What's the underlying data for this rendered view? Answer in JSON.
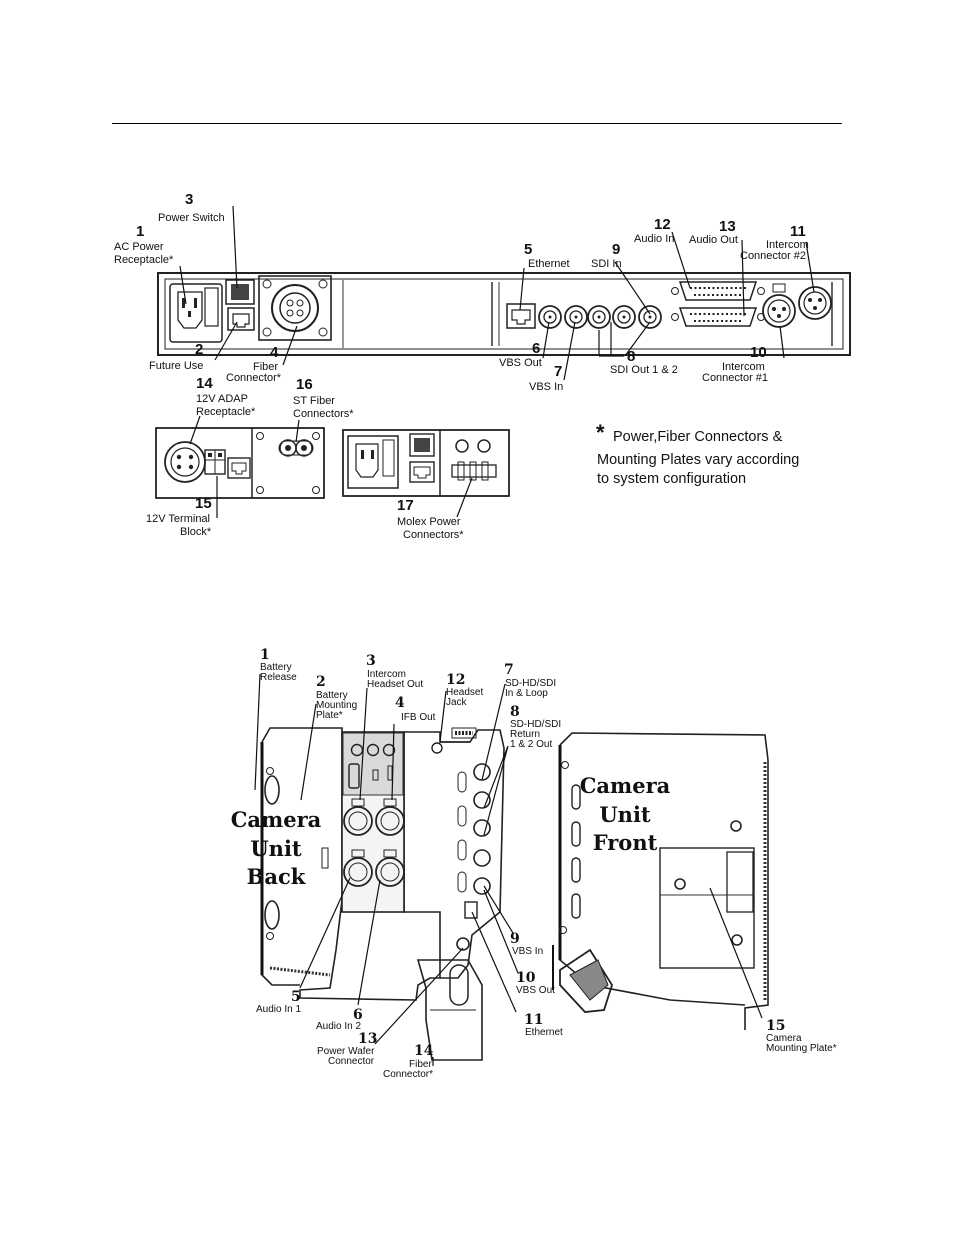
{
  "top_panel": {
    "callouts": [
      {
        "num": "1",
        "lines": [
          "AC Power",
          "Receptacle*"
        ]
      },
      {
        "num": "2",
        "lines": [
          "Future Use"
        ]
      },
      {
        "num": "3",
        "lines": [
          "Power Switch"
        ]
      },
      {
        "num": "4",
        "lines": [
          "Fiber",
          "Connector*"
        ]
      },
      {
        "num": "5",
        "lines": [
          "Ethernet"
        ]
      },
      {
        "num": "6",
        "lines": [
          "VBS Out"
        ]
      },
      {
        "num": "7",
        "lines": [
          "VBS In"
        ]
      },
      {
        "num": "8",
        "lines": [
          "SDI Out 1 & 2"
        ]
      },
      {
        "num": "9",
        "lines": [
          "SDI In"
        ]
      },
      {
        "num": "10",
        "lines": [
          "Intercom",
          "Connector #1"
        ]
      },
      {
        "num": "11",
        "lines": [
          "Intercom",
          "Connector #2"
        ]
      },
      {
        "num": "12",
        "lines": [
          "Audio In"
        ]
      },
      {
        "num": "13",
        "lines": [
          "Audio Out"
        ]
      },
      {
        "num": "14",
        "lines": [
          "12V ADAP",
          "Receptacle*"
        ]
      },
      {
        "num": "15",
        "lines": [
          "12V Terminal",
          "Block*"
        ]
      },
      {
        "num": "16",
        "lines": [
          "ST Fiber",
          "Connectors*"
        ]
      },
      {
        "num": "17",
        "lines": [
          "Molex Power",
          "Connectors*"
        ]
      }
    ],
    "note_star": "*",
    "note_lines": [
      "Power,Fiber Connectors &",
      "Mounting Plates vary according",
      "to system configuration"
    ]
  },
  "bottom_panel": {
    "back_title": [
      "Camera",
      "Unit",
      "Back"
    ],
    "front_title": [
      "Camera",
      "Unit",
      "Front"
    ],
    "callouts": [
      {
        "num": "1",
        "lines": [
          "Battery",
          "Release"
        ]
      },
      {
        "num": "2",
        "lines": [
          "Battery",
          "Mounting",
          "Plate*"
        ]
      },
      {
        "num": "3",
        "lines": [
          "Intercom",
          "Headset Out"
        ]
      },
      {
        "num": "4",
        "lines": [
          "IFB Out"
        ]
      },
      {
        "num": "5",
        "lines": [
          "Audio In 1"
        ]
      },
      {
        "num": "6",
        "lines": [
          "Audio In 2"
        ]
      },
      {
        "num": "7",
        "lines": [
          "SD-HD/SDI",
          "In & Loop"
        ]
      },
      {
        "num": "8",
        "lines": [
          "SD-HD/SDI",
          "Return",
          "1 & 2 Out"
        ]
      },
      {
        "num": "9",
        "lines": [
          "VBS In"
        ]
      },
      {
        "num": "10",
        "lines": [
          "VBS Out"
        ]
      },
      {
        "num": "11",
        "lines": [
          "Ethernet"
        ]
      },
      {
        "num": "12",
        "lines": [
          "Headset",
          "Jack"
        ]
      },
      {
        "num": "13",
        "lines": [
          "Power Wafer",
          "Connector"
        ]
      },
      {
        "num": "14",
        "lines": [
          "Fiber",
          "Connector*"
        ]
      },
      {
        "num": "15",
        "lines": [
          "Camera",
          "Mounting Plate*"
        ]
      }
    ]
  }
}
